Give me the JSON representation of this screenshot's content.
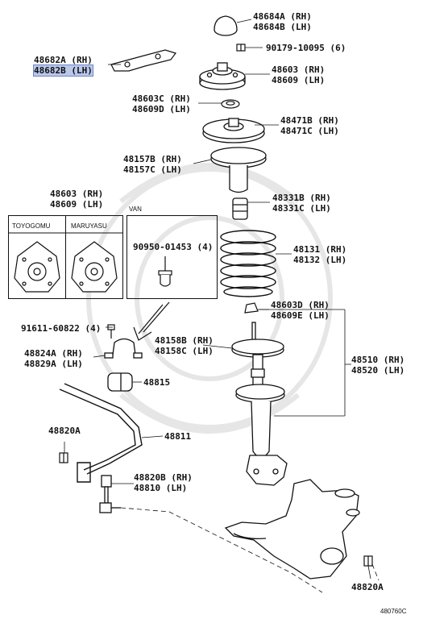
{
  "labels": {
    "p48684": [
      "48684A (RH)",
      "48684B (LH)"
    ],
    "p90179": "90179-10095 (6)",
    "p48682": [
      "48682A (RH)",
      "48682B (LH)"
    ],
    "p48603": [
      "48603 (RH)",
      "48609 (LH)"
    ],
    "p48603c": [
      "48603C (RH)",
      "48609D (LH)"
    ],
    "p48471": [
      "48471B (RH)",
      "48471C (LH)"
    ],
    "p48157": [
      "48157B (RH)",
      "48157C (LH)"
    ],
    "p48603b": [
      "48603 (RH)",
      "48609 (LH)"
    ],
    "p48331": [
      "48331B (RH)",
      "48331C (LH)"
    ],
    "p90950": "90950-01453 (4)",
    "p48131": [
      "48131 (RH)",
      "48132 (LH)"
    ],
    "p48603d": [
      "48603D (RH)",
      "48609E (LH)"
    ],
    "p91611": "91611-60822 (4)",
    "p48158": [
      "48158B (RH)",
      "48158C (LH)"
    ],
    "p48510": [
      "48510 (RH)",
      "48520 (LH)"
    ],
    "p48824": [
      "48824A (RH)",
      "48829A (LH)"
    ],
    "p48815": "48815",
    "p48820a_left": "48820A",
    "p48811": "48811",
    "p48820b": [
      "48820B (RH)",
      "48810 (LH)"
    ],
    "p48820a_right": "48820A"
  },
  "inset": {
    "toyogomu": "TOYOGOMU",
    "maruyasu": "MARUYASU",
    "van": "VAN"
  },
  "diagram_code": "480760C",
  "colors": {
    "line": "#111111",
    "highlight": "#b9c7ea",
    "watermark": "#e6e6e6"
  }
}
